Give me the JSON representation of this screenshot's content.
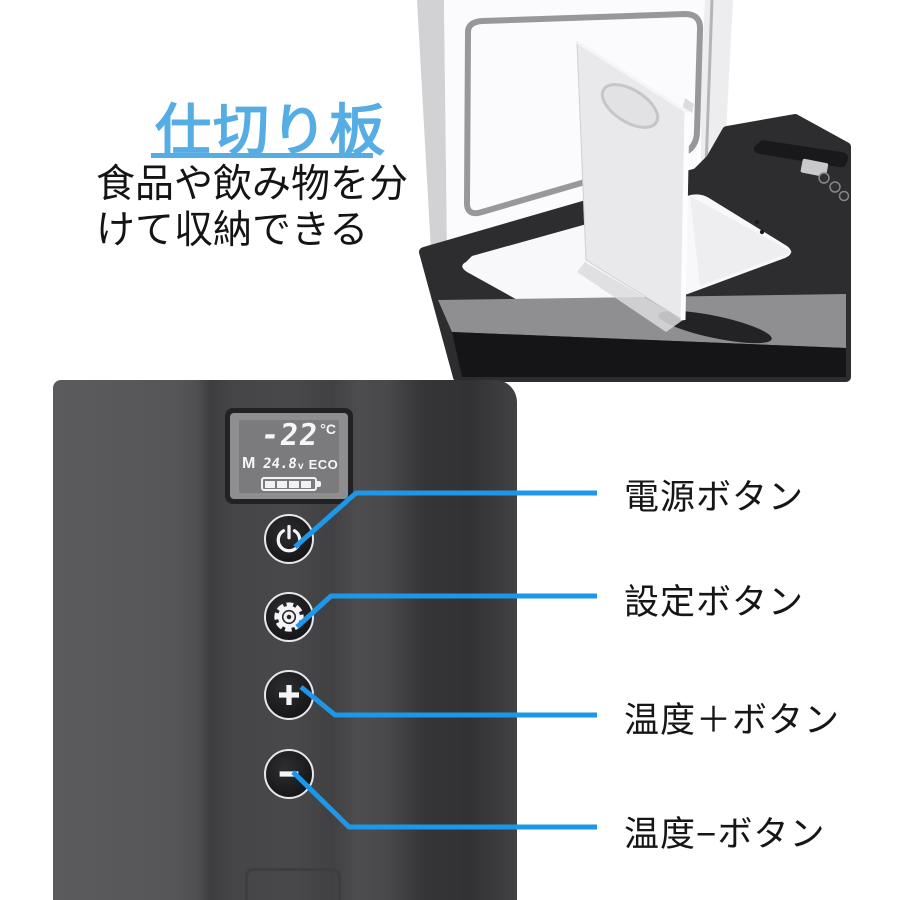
{
  "annotation": {
    "title": "仕切り板",
    "description": "食品や飲み物を分\nけて収納できる"
  },
  "colors": {
    "accent_blue": "#1e97e8",
    "title_blue": "#55ade4"
  },
  "product_photo": {
    "subject": "portable-refrigerator-with-divider-plate",
    "parts": [
      "open-lid",
      "divider-plate",
      "compartment",
      "top-control-deck"
    ]
  },
  "control_panel": {
    "display": {
      "temperature": "-22",
      "temp_unit": "°C",
      "mode": "M",
      "voltage": "24.8",
      "voltage_unit": "v",
      "eco": "ECO",
      "battery_segments": 4
    },
    "buttons": [
      {
        "icon": "power-icon",
        "label": "電源ボタン"
      },
      {
        "icon": "gear-icon",
        "label": "設定ボタン"
      },
      {
        "icon": "plus-icon",
        "label": "温度＋ボタン"
      },
      {
        "icon": "minus-icon",
        "label": "温度−ボタン"
      }
    ]
  }
}
